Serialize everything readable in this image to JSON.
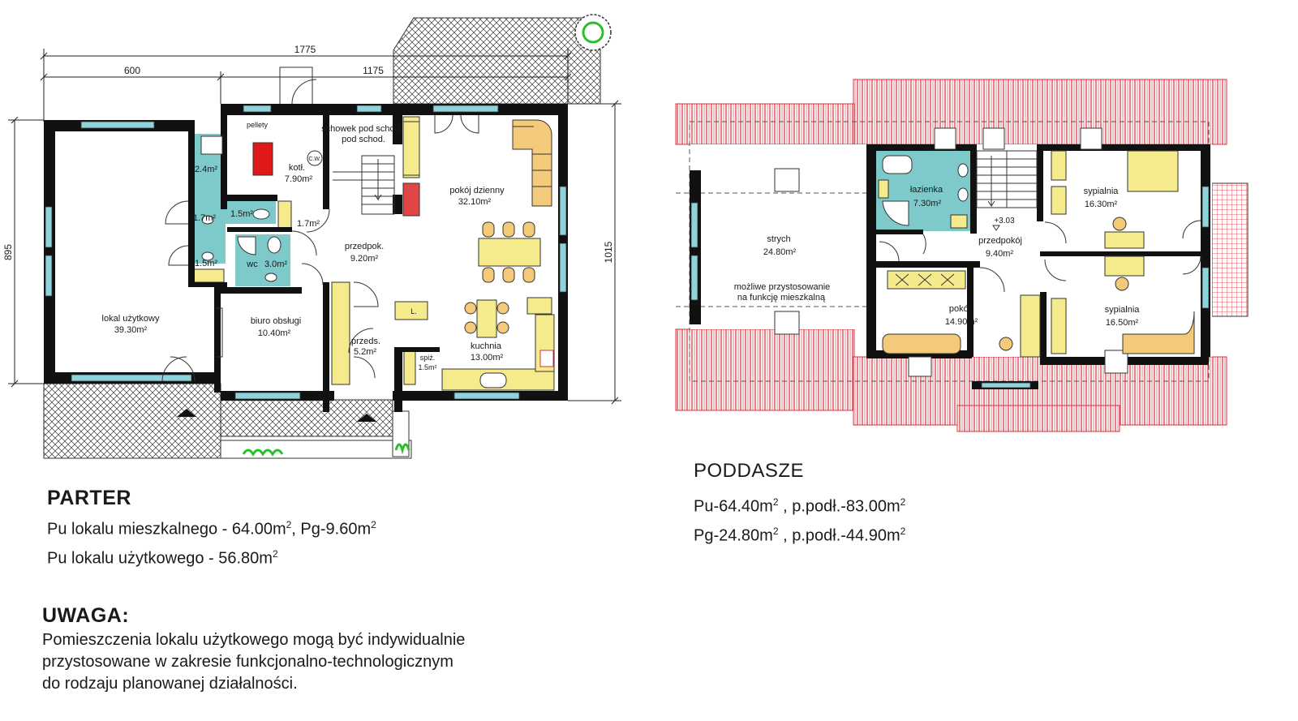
{
  "ground_floor": {
    "dimensions": {
      "total_width": "1775",
      "left_width": "600",
      "right_width": "1175",
      "left_height": "895",
      "right_height": "1015"
    },
    "rooms": [
      {
        "id": "lokal",
        "name": "lokal użytkowy",
        "area": "39.30m²"
      },
      {
        "id": "pellety",
        "name": "pellety",
        "area": ""
      },
      {
        "id": "kotl",
        "name": "kotł.",
        "area": "7.90m²"
      },
      {
        "id": "schowek",
        "name": "schowek pod schod.",
        "area": ""
      },
      {
        "id": "pokoj-dzienny",
        "name": "pokój dzienny",
        "area": "32.10m²"
      },
      {
        "id": "wc-small-1",
        "name": "",
        "area": "2.4m²"
      },
      {
        "id": "wc-small-2",
        "name": "",
        "area": "1.7m²"
      },
      {
        "id": "wc-small-3",
        "name": "",
        "area": "1.5m²"
      },
      {
        "id": "hall-small",
        "name": "",
        "area": "1.7m²"
      },
      {
        "id": "wc-small-4",
        "name": "",
        "area": "1.5m²"
      },
      {
        "id": "wc",
        "name": "wc",
        "area": "3.0m²"
      },
      {
        "id": "przedpok",
        "name": "przedpok.",
        "area": "9.20m²"
      },
      {
        "id": "biuro",
        "name": "biuro obsługi",
        "area": "10.40m²"
      },
      {
        "id": "przeds",
        "name": "przeds.",
        "area": "5.2m²"
      },
      {
        "id": "spiz",
        "name": "spiż.",
        "area": "1.5m²"
      },
      {
        "id": "kuchnia",
        "name": "kuchnia",
        "area": "13.00m²"
      }
    ],
    "symbols": {
      "boiler": "C.W.",
      "fridge": "L."
    }
  },
  "attic": {
    "level_mark": "+3.03",
    "rooms": [
      {
        "id": "strych",
        "name": "strych",
        "area": "24.80m²"
      },
      {
        "id": "lazienka",
        "name": "łazienka",
        "area": "7.30m²"
      },
      {
        "id": "przedpokoj",
        "name": "przedpokój",
        "area": "9.40m²"
      },
      {
        "id": "sypialnia-1",
        "name": "sypialnia",
        "area": "16.30m²"
      },
      {
        "id": "pokoj",
        "name": "pokój",
        "area": "14.90m²"
      },
      {
        "id": "sypialnia-2",
        "name": "sypialnia",
        "area": "16.50m²"
      }
    ],
    "note": [
      "możliwe przystosowanie",
      "na funkcję mieszkalną"
    ]
  },
  "parter": {
    "title": "PARTER",
    "line1": {
      "a": "Pu lokalu mieszkalnego - 64.00m",
      "b": ",  Pg-9.60m"
    },
    "line2": {
      "a": "Pu lokalu użytkowego - 56.80m"
    },
    "sup": "2"
  },
  "poddasze": {
    "title": "PODDASZE",
    "line1": {
      "a": "Pu-64.40m",
      "b": " ,  p.podł.-83.00m"
    },
    "line2": {
      "a": "Pg-24.80m",
      "b": " ,  p.podł.-44.90m"
    },
    "sup": "2"
  },
  "uwaga": {
    "title": "UWAGA:",
    "lines": [
      "Pomieszczenia lokalu użytkowego mogą być indywidualnie",
      "przystosowane w zakresie funkcjonalno-technologicznym",
      "do rodzaju planowanej działalności."
    ]
  },
  "colors": {
    "wall": "#111111",
    "bath": "#7ec9c9",
    "furniture": "#f5eb8c",
    "sofa": "#f3c97a",
    "roof": "#d9303a",
    "boiler": "#e01a1a"
  }
}
